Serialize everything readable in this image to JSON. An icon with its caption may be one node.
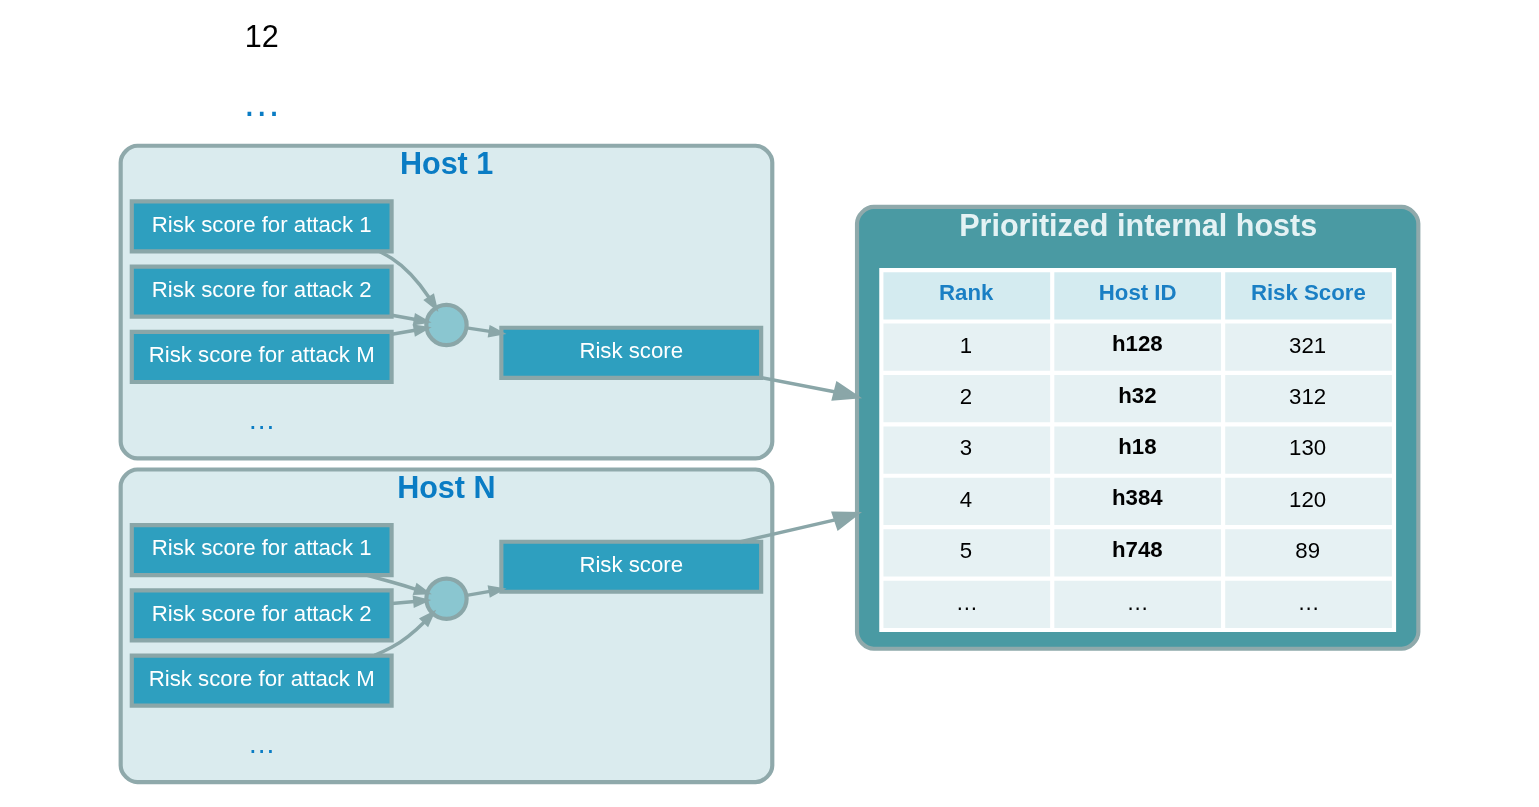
{
  "diagram": {
    "nodes": [
      {
        "text": [
          "Host 1"
        ]
      },
      {
        "text": [
          "Risk score for attack 1"
        ],
        "in": 0
      },
      {
        "text": [
          "Risk score for attack 2"
        ],
        "in": 0
      },
      {
        "text": [
          "Risk score for attack M"
        ],
        "in": 0
      },
      {
        "text": [],
        "shape": "circle",
        "in": 0
      },
      {
        "text": [
          "Risk score"
        ],
        "in": 0
      },
      {
        "text": [
          "Host N"
        ]
      },
      {
        "text": [
          "Risk score for attack 1"
        ],
        "in": 6
      },
      {
        "text": [
          "Risk score for attack 2"
        ],
        "in": 6
      },
      {
        "text": [
          "Risk score for attack M"
        ],
        "in": 6
      },
      {
        "text": [],
        "shape": "circle",
        "in": 6
      },
      {
        "text": [
          "Risk score"
        ],
        "in": 6
      },
      {
        "text": [
          "Prioritized internal hosts"
        ]
      }
    ],
    "edges": [
      {
        "from": 1,
        "to": 4,
        "arrow": "to"
      },
      {
        "from": 2,
        "to": 4,
        "arrow": "to"
      },
      {
        "from": 3,
        "to": 4,
        "arrow": "to"
      },
      {
        "from": 4,
        "to": 5,
        "arrow": "to"
      },
      {
        "from": 7,
        "to": 10,
        "arrow": "to"
      },
      {
        "from": 8,
        "to": 10,
        "arrow": "to"
      },
      {
        "from": 9,
        "to": 10,
        "arrow": "to"
      },
      {
        "from": 10,
        "to": 11,
        "arrow": "to"
      },
      {
        "from": 5,
        "to": 12,
        "arrow": "to"
      },
      {
        "from": 11,
        "to": 12,
        "arrow": "to"
      }
    ],
    "labels": [
      "…",
      "…",
      "…",
      "Rank",
      "Host ID",
      "Risk Score",
      "1",
      "h128",
      "321",
      "2",
      "h32",
      "312",
      "3",
      "h18",
      "130",
      "4",
      "h384",
      "120",
      "5",
      "h748",
      "89",
      "…",
      "…",
      "…",
      "12"
    ]
  }
}
